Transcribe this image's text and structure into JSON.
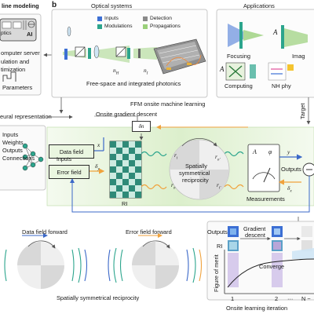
{
  "panel_a": {
    "heading": "line modeling",
    "optics_label": "ptics",
    "ai_label": "AI",
    "server_label": "omputer server",
    "sim_line1": "ulation and",
    "sim_line2": "timization",
    "params_label": "Parameters"
  },
  "panel_b": {
    "letter": "b",
    "optical_systems_title": "Optical systems",
    "legend": {
      "inputs": "Inputs",
      "modulations": "Modulations",
      "detection": "Detection",
      "propagations": "Propagations"
    },
    "n_h": "n",
    "n_h_sub": "H",
    "n_i": "n",
    "n_i_sub": "I",
    "photonics_caption": "Free-space and integrated photonics",
    "applications_title": "Applications",
    "app_focusing": "Focusing",
    "app_imag": "Imag",
    "app_computing": "Computing",
    "app_nh": "NH phy",
    "letter_a1": "A",
    "letter_a2": "A",
    "ffm_title": "FFM onsite machine learning",
    "neural_rep": "eural representation",
    "onsite_gd": "Onsite gradient descent",
    "target_label": "Target",
    "nn_inputs": "Inputs",
    "nn_weights": "Weights",
    "nn_outputs": "Outputs",
    "nn_connections": "Connections",
    "data_field": "Data field",
    "error_field": "Error field",
    "inputs_mid": "Inputs",
    "x_label": "x",
    "delta_y": "δ",
    "delta_y_sub": "y",
    "delta_n": "δn",
    "r_i": "r",
    "r_i_sub": "i",
    "r_o": "r",
    "r_o_sub": "o",
    "r_i_prime": "r",
    "r_i_prime_sub": "i′",
    "r_o_prime": "r",
    "r_o_prime_sub": "o′",
    "reciprocity_1": "Spatially",
    "reciprocity_2": "symmetrical",
    "reciprocity_3": "reciprocity",
    "ri_label": "RI",
    "a_label": "A",
    "phi_label": "φ",
    "measurements": "Measurements",
    "y_label": "y",
    "outputs_label": "Outputs",
    "delta_x": "δ",
    "delta_x_sub": "x"
  },
  "bottom": {
    "data_forward": "Data field forward",
    "error_forward": "Error field forward",
    "symmetric_caption": "Spatially symmetrical reciprocity",
    "outputs": "Outputs",
    "ri": "RI",
    "gradient": "Gradient",
    "descent": "descent",
    "converge": "Converge",
    "ylabel": "Figure of merit",
    "xlabel": "Onsite learning iteration",
    "tick1": "1",
    "tick2": "2",
    "dots": "···",
    "tickN": "N −"
  },
  "colors": {
    "inputs": "#3c6fd4",
    "modulations": "#2ca58d",
    "detection": "#8a8a8a",
    "propagations": "#9ad07a",
    "data_arrow": "#3b68c8",
    "error_arrow": "#f0a23c",
    "panel_green": "#e3f2d4"
  }
}
